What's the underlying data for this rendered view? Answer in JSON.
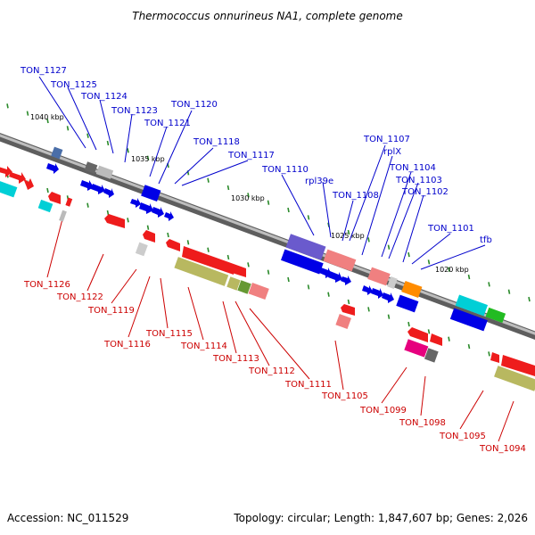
{
  "title": "Thermococcus onnurineus NA1, complete genome",
  "footer": {
    "accession": "Accession: NC_011529",
    "summary": "Topology: circular; Length: 1,847,607 bp; Genes: 2,026"
  },
  "colors": {
    "forward_label": "#0000cc",
    "reverse_label": "#cc0000",
    "backbone": "#888888",
    "tick": "#2a8a2a"
  },
  "tick_labels": [
    "1040 kbp",
    "1035 kbp",
    "1030 kbp",
    "1025 kbp",
    "1020 kbp"
  ],
  "forward_labels": [
    "TON_1127",
    "TON_1125",
    "TON_1124",
    "TON_1123",
    "TON_1121",
    "TON_1120",
    "TON_1118",
    "TON_1117",
    "TON_1110",
    "rpl39e",
    "TON_1108",
    "TON_1107",
    "rplX",
    "TON_1104",
    "TON_1103",
    "TON_1102",
    "TON_1101",
    "tfb"
  ],
  "reverse_labels": [
    "TON_1126",
    "TON_1122",
    "TON_1119",
    "TON_1116",
    "TON_1115",
    "TON_1114",
    "TON_1113",
    "TON_1112",
    "TON_1111",
    "TON_1105",
    "TON_1099",
    "TON_1098",
    "TON_1095",
    "TON_1094"
  ]
}
